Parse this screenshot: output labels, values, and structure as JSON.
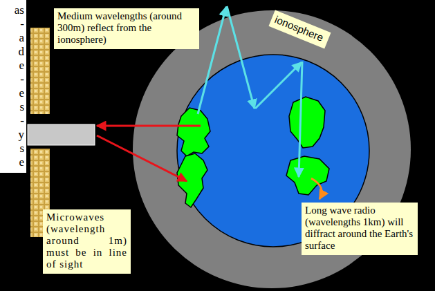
{
  "diagram": {
    "nodes": [
      {
        "text": [
          "Medium wavelengths (around 300m) reflect from the ionosphere)"
        ]
      },
      {
        "text": [
          "ionosphere"
        ]
      },
      {
        "text": [
          "Microwaves (wavelength around 1m) must be in line of sight"
        ]
      },
      {
        "text": [
          "Long wave radio (wavelengths 1km) will diffract around the Earth's surface"
        ]
      }
    ],
    "labels": [
      "as",
      "-",
      "a",
      "d",
      "e",
      "-",
      "e",
      "s",
      "-",
      "y",
      "s",
      "e"
    ]
  }
}
